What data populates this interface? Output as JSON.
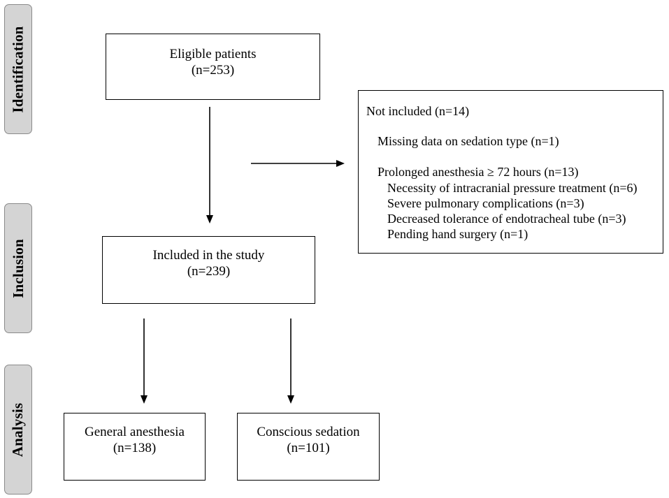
{
  "stages": {
    "identification": "Identification",
    "inclusion": "Inclusion",
    "analysis": "Analysis"
  },
  "eligible": {
    "title": "Eligible patients",
    "count": "(n=253)"
  },
  "not_included": {
    "title": "Not included (n=14)",
    "missing": "Missing data on sedation type (n=1)",
    "prolonged": "Prolonged anesthesia ≥ 72 hours (n=13)",
    "reasons": [
      "Necessity of intracranial pressure treatment (n=6)",
      "Severe pulmonary complications (n=3)",
      "Decreased tolerance of endotracheal tube (n=3)",
      "Pending hand surgery (n=1)"
    ]
  },
  "included": {
    "title": "Included in the study",
    "count": "(n=239)"
  },
  "general": {
    "title": "General anesthesia",
    "count": "(n=138)"
  },
  "conscious": {
    "title": "Conscious sedation",
    "count": "(n=101)"
  }
}
